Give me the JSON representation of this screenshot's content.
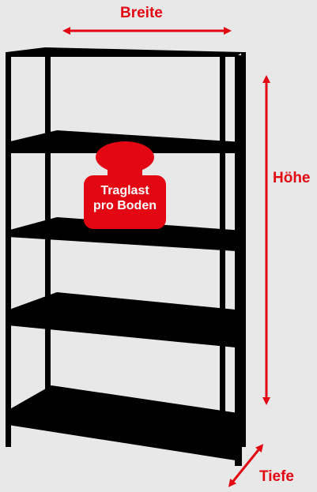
{
  "dimensions": {
    "width_label": "Breite",
    "height_label": "Höhe",
    "depth_label": "Tiefe"
  },
  "load_badge": {
    "line1": "Traglast",
    "line2": "pro Boden"
  },
  "colors": {
    "background": "#e8e8e8",
    "shelf": "#000000",
    "accent": "#e30613",
    "badge_text": "#ffffff"
  },
  "shelf": {
    "levels": 5
  }
}
